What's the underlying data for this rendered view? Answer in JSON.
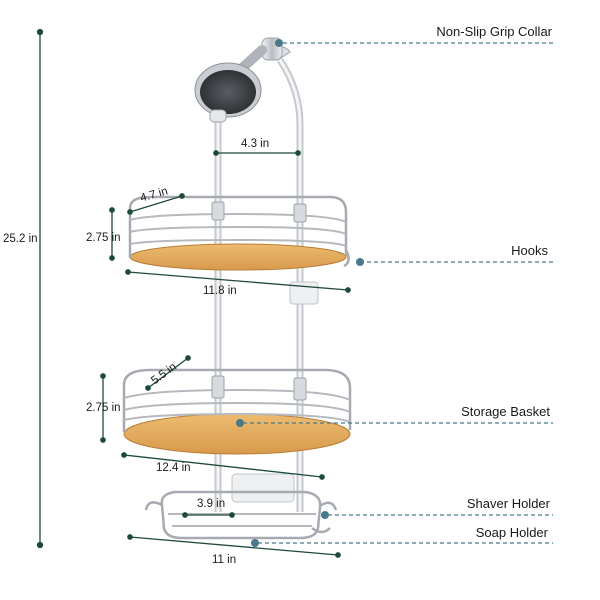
{
  "callouts": {
    "collar": "Non-Slip Grip Collar",
    "hooks": "Hooks",
    "basket": "Storage Basket",
    "shaver": "Shaver Holder",
    "soap": "Soap Holder"
  },
  "dimensions": {
    "total_height": "25.2 in",
    "pole_gap": "4.3 in",
    "top_depth": "4.7 in",
    "top_height": "2.75 in",
    "top_width": "11.8 in",
    "bottom_depth": "5.5 in",
    "bottom_height": "2.75 in",
    "bottom_width": "12.4 in",
    "soap_gap": "3.9 in",
    "soap_width": "11 in"
  },
  "colors": {
    "callout_line": "#4a7a8a",
    "dimension_line": "#1f4a3a",
    "metal": "#b8bcc2",
    "bamboo": "#e0a85a"
  }
}
